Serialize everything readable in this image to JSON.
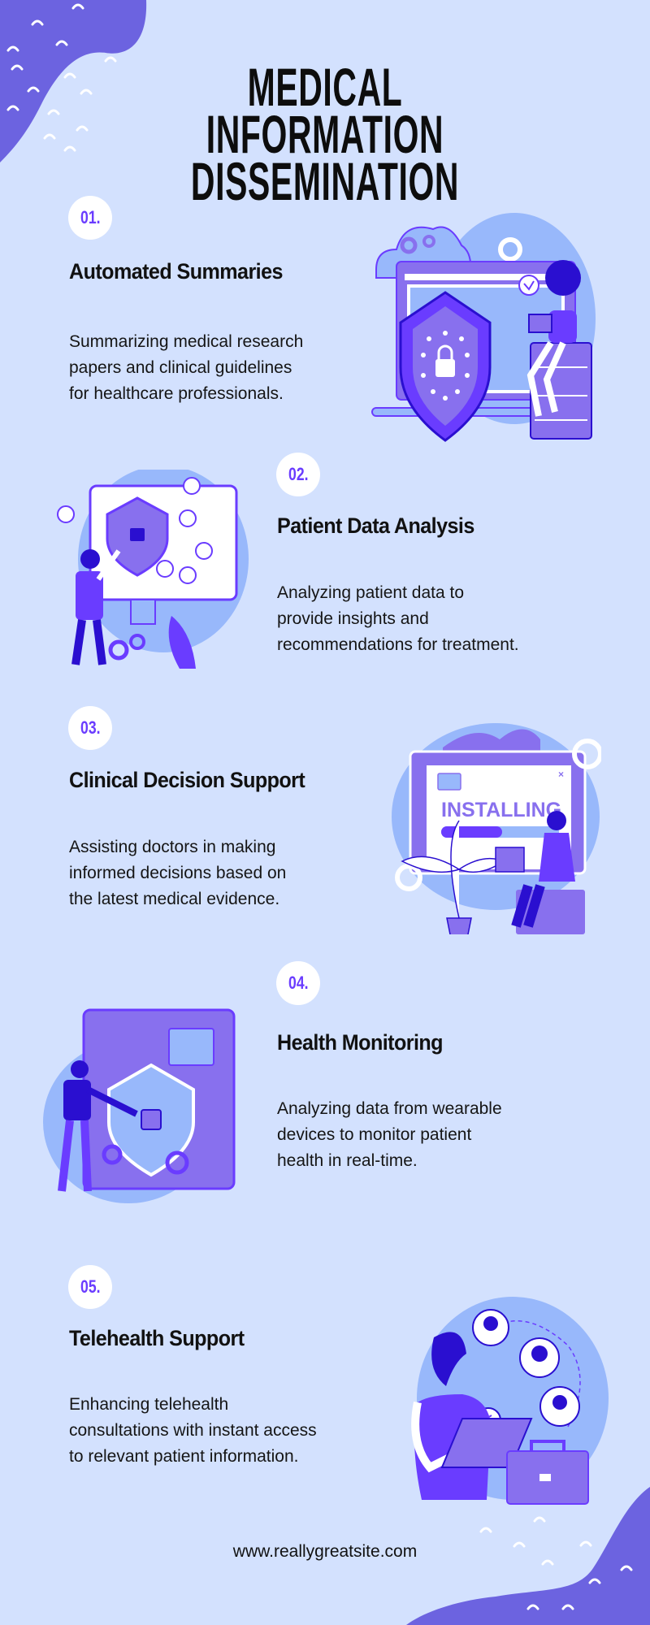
{
  "title": [
    "MEDICAL",
    "INFORMATION",
    "DISSEMINATION"
  ],
  "sections": [
    {
      "number": "01.",
      "heading": "Automated Summaries",
      "body": [
        "Summarizing medical research",
        "papers and clinical guidelines",
        "for healthcare professionals."
      ]
    },
    {
      "number": "02.",
      "heading": "Patient Data Analysis",
      "body": [
        "Analyzing patient data to",
        "provide insights and",
        "recommendations for treatment."
      ]
    },
    {
      "number": "03.",
      "heading": "Clinical Decision Support",
      "body": [
        "Assisting doctors in making",
        "informed decisions based on",
        "the latest medical evidence."
      ],
      "illustration_text": "INSTALLING"
    },
    {
      "number": "04.",
      "heading": "Health Monitoring",
      "body": [
        "Analyzing data from wearable",
        "devices to monitor patient",
        "health in real-time."
      ]
    },
    {
      "number": "05.",
      "heading": "Telehealth Support",
      "body": [
        "Enhancing telehealth",
        "consultations with instant access",
        "to relevant patient information."
      ]
    }
  ],
  "footer": "www.reallygreatsite.com",
  "colors": {
    "background": "#d3e1fe",
    "accent": "#6a3cff",
    "blob": "#6c63e0",
    "light": "#98b8fb",
    "dark": "#2a0fd0"
  }
}
